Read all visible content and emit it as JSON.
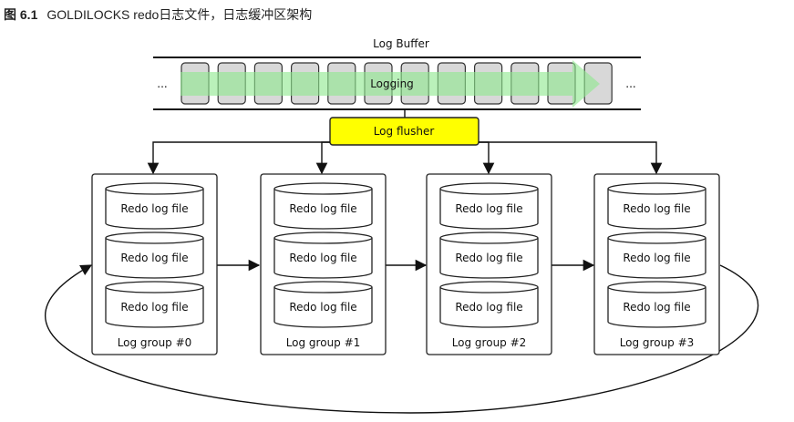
{
  "caption": {
    "number": "图 6.1",
    "title": "GOLDILOCKS redo日志文件，日志缓冲区架构"
  },
  "diagram": {
    "buffer_title": "Log Buffer",
    "buffer_activity": "Logging",
    "ellipsis_left": "...",
    "ellipsis_right": "...",
    "buffer_slot_count": 12,
    "flusher_label": "Log flusher",
    "flusher_color": "#ffff00",
    "logging_arrow_color": "#8fe88f",
    "groups": [
      {
        "label": "Log group #0",
        "files": [
          "Redo log file",
          "Redo log file",
          "Redo log file"
        ]
      },
      {
        "label": "Log group #1",
        "files": [
          "Redo log file",
          "Redo log file",
          "Redo log file"
        ]
      },
      {
        "label": "Log group #2",
        "files": [
          "Redo log file",
          "Redo log file",
          "Redo log file"
        ]
      },
      {
        "label": "Log group #3",
        "files": [
          "Redo log file",
          "Redo log file",
          "Redo log file"
        ]
      }
    ]
  }
}
